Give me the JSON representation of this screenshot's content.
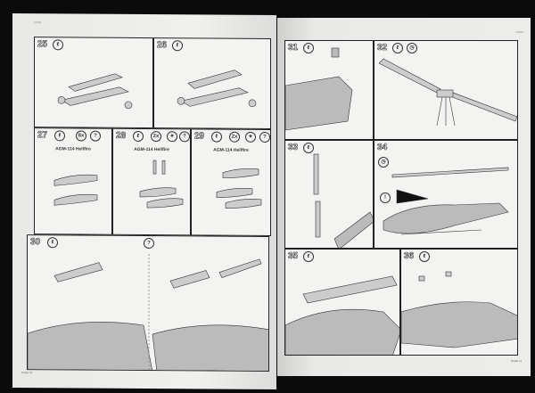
{
  "header_code_left": "04963",
  "header_code_right": "04963",
  "footer": {
    "left": "PAGE 10",
    "right": "PAGE 11"
  },
  "steps": {
    "s25": {
      "num": "25"
    },
    "s26": {
      "num": "26"
    },
    "s27": {
      "num": "27",
      "qty": "8x",
      "help": "?",
      "title": "AGM-114 Hellfire"
    },
    "s28": {
      "num": "28",
      "qty": "2x",
      "help": "?",
      "title": "AGM-114 Hellfire"
    },
    "s29": {
      "num": "29",
      "qty": "2x",
      "help": "?",
      "title": "AGM-114 Hellfire"
    },
    "s30": {
      "num": "30",
      "help": "?"
    },
    "s31": {
      "num": "31"
    },
    "s32": {
      "num": "32"
    },
    "s33": {
      "num": "33"
    },
    "s34": {
      "num": "34",
      "warn": "!"
    },
    "s35": {
      "num": "35"
    },
    "s36": {
      "num": "36"
    }
  }
}
